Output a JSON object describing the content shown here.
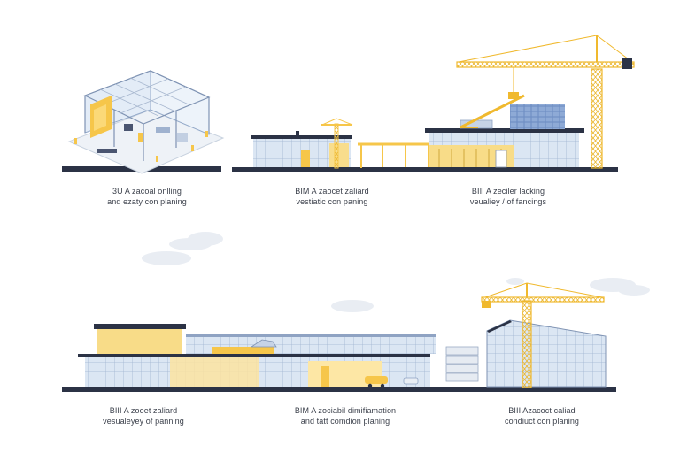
{
  "palette": {
    "navy": "#2b3245",
    "yellow": "#f6c64a",
    "pale_yellow": "#fde9a8",
    "glass_blue": "#c9d9ec",
    "steel_blue": "#7f9cc7",
    "cloud": "#e9edf3"
  },
  "panels": [
    {
      "illustration": "isometric-glass-building",
      "caption_line1": "3U A zacoal onlling",
      "caption_line2": "and ezaty con planing"
    },
    {
      "illustration": "office-building-with-crane",
      "caption_line1": "BIM A zaocet zaliard",
      "caption_line2": "vestiatic con paning"
    },
    {
      "illustration": "large-construction-site-tower-crane",
      "caption_line1": "BIII A zeciler lacking",
      "caption_line2": "veualiey / of fancings"
    },
    {
      "illustration": "long-warehouse-complex",
      "caption_line1": "BIII A zooet zaliard",
      "caption_line2": "vesualeyey of panning"
    },
    {
      "illustration": "glass-hall-with-cars",
      "caption_line1": "BIM A zociabil dimifiamation",
      "caption_line2": "and tatt comdion planing"
    },
    {
      "illustration": "glass-facade-with-tower-crane",
      "caption_line1": "BIII Azacoct caliad",
      "caption_line2": "condiuct con planing"
    }
  ]
}
